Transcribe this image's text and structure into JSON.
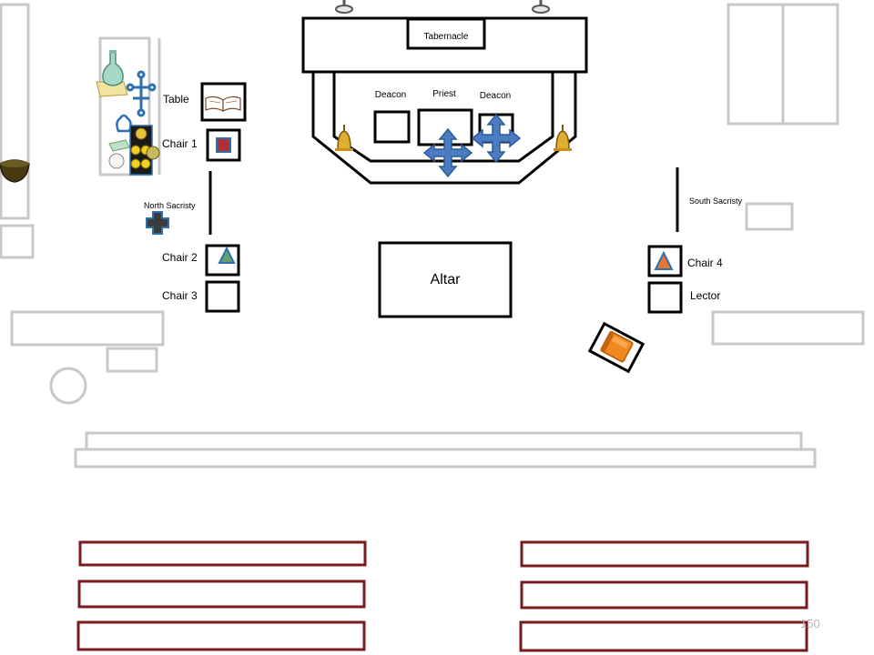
{
  "labels": {
    "tabernacle": "Tabernacle",
    "deacon_left": "Deacon",
    "priest": "Priest",
    "deacon_right": "Deacon",
    "table": "Table",
    "chair1": "Chair 1",
    "north_sacristy": "North Sacristy",
    "chair2": "Chair 2",
    "chair3": "Chair 3",
    "altar": "Altar",
    "south_sacristy": "South Sacristy",
    "chair4": "Chair 4",
    "lector": "Lector"
  },
  "page_number": "150",
  "colors": {
    "line": "#000000",
    "furniture_gray": "#c8c8c8",
    "pew_red": "#7a1a1f",
    "marker_blue": "#4a7cc4",
    "dark_cross": "#3b3b3b",
    "cross_blue": "#2f6fb0",
    "chair1_mark": "#b0303a",
    "triangle_green": "#63a36b",
    "triangle_orange": "#e87530",
    "book_orange": "#f08a1e"
  }
}
